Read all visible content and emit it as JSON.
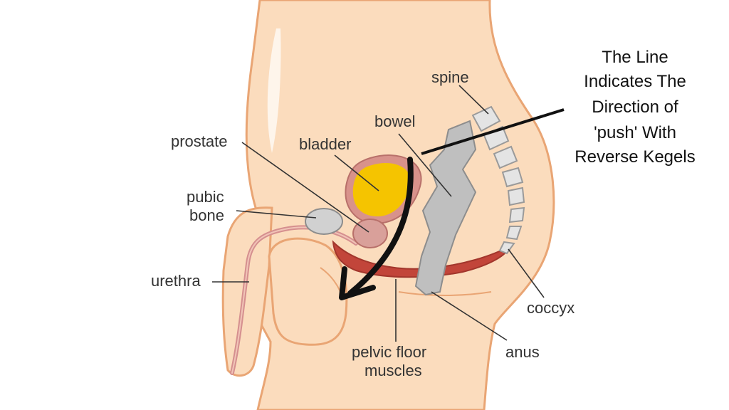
{
  "labels": {
    "spine": "spine",
    "bowel": "bowel",
    "prostate": "prostate",
    "bladder": "bladder",
    "pubic_bone_line1": "pubic",
    "pubic_bone_line2": "bone",
    "urethra": "urethra",
    "coccyx": "coccyx",
    "pelvic_floor_line1": "pelvic floor",
    "pelvic_floor_line2": "muscles",
    "anus": "anus"
  },
  "annotation": {
    "lines": [
      "The Line",
      "Indicates The",
      "Direction of",
      "'push' With",
      "Reverse Kegels"
    ]
  },
  "colors": {
    "skin": "#fbdcbd",
    "skin_outline": "#e9a574",
    "bladder_fill": "#f5c400",
    "bladder_ring": "#d8928b",
    "bone": "#d1d1d1",
    "muscle": "#c2453a",
    "arrow": "#111111"
  }
}
